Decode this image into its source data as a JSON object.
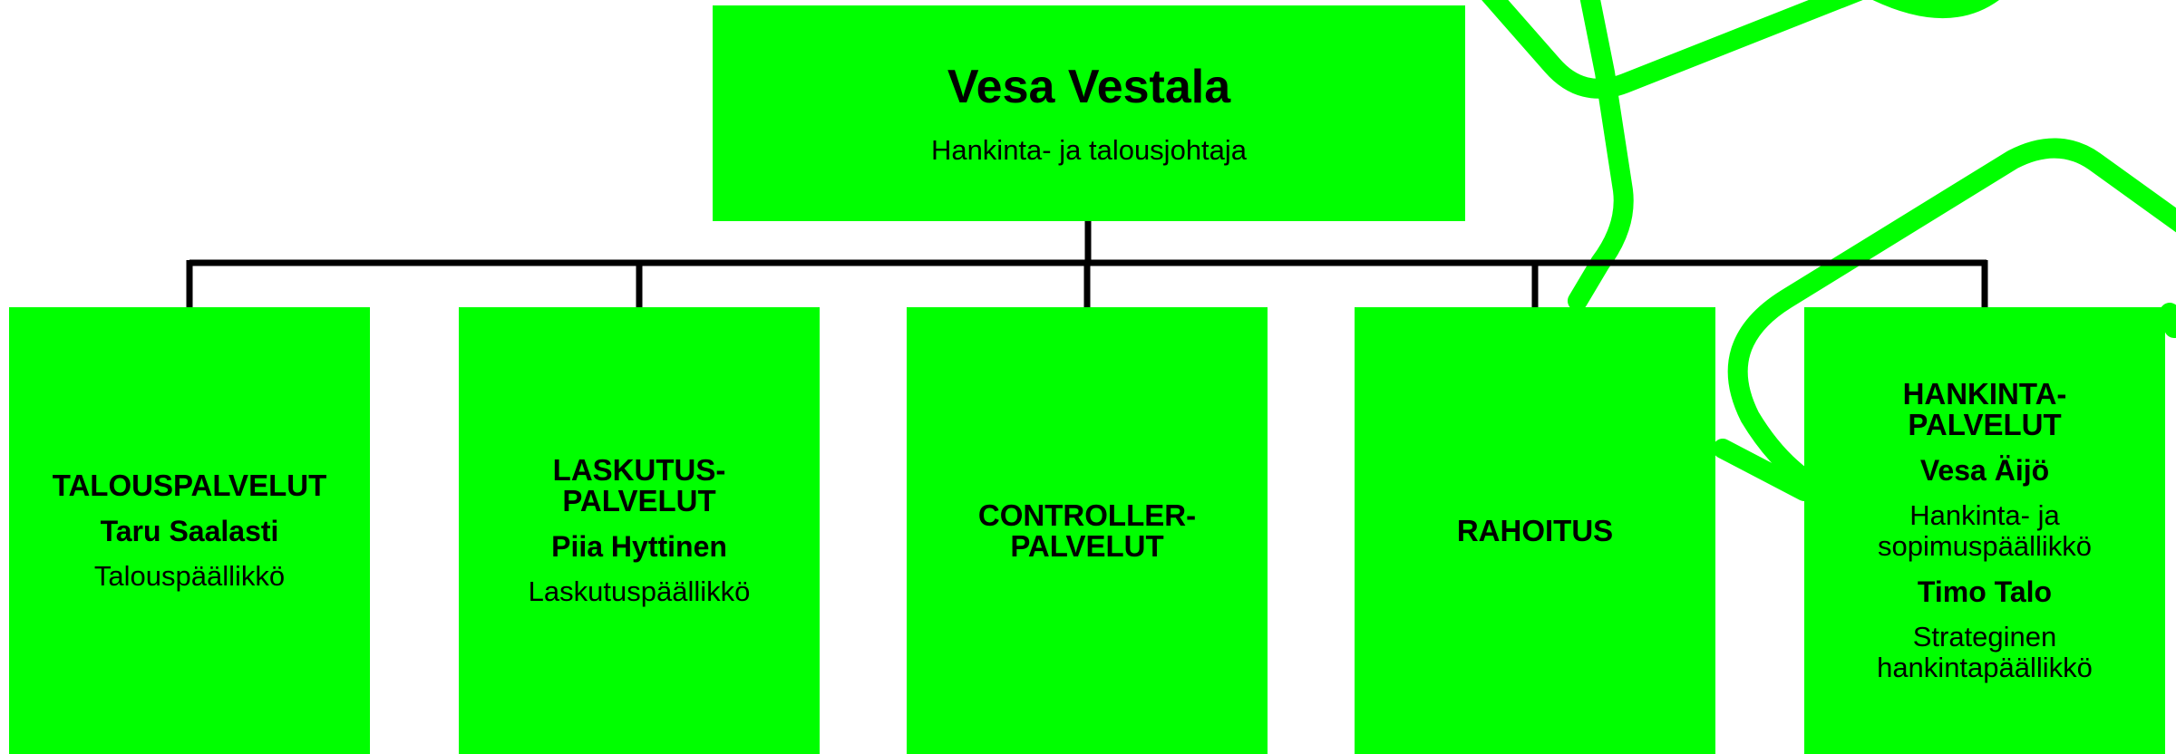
{
  "chart": {
    "head": {
      "name": "Vesa Vestala",
      "role": "Hankinta- ja talousjohtaja"
    },
    "units": [
      {
        "title_lines": [
          "TALOUSPALVELUT"
        ],
        "people": [
          {
            "name": "Taru Saalasti",
            "role_lines": [
              "Talouspäällikkö"
            ]
          }
        ]
      },
      {
        "title_lines": [
          "LASKUTUS-",
          "PALVELUT"
        ],
        "people": [
          {
            "name": "Piia Hyttinen",
            "role_lines": [
              "Laskutuspäällikkö"
            ]
          }
        ]
      },
      {
        "title_lines": [
          "CONTROLLER-",
          "PALVELUT"
        ],
        "people": []
      },
      {
        "title_lines": [
          "RAHOITUS"
        ],
        "people": []
      },
      {
        "title_lines": [
          "HANKINTA-",
          "PALVELUT"
        ],
        "people": [
          {
            "name": "Vesa Äijö",
            "role_lines": [
              "Hankinta- ja",
              "sopimuspäällikkö"
            ]
          },
          {
            "name": "Timo Talo",
            "role_lines": [
              "Strateginen",
              "hankintapäällikkö"
            ]
          }
        ]
      }
    ]
  },
  "colors": {
    "box_fill": "#00ff00",
    "connector": "#000000",
    "decoration": "#00ff00"
  }
}
